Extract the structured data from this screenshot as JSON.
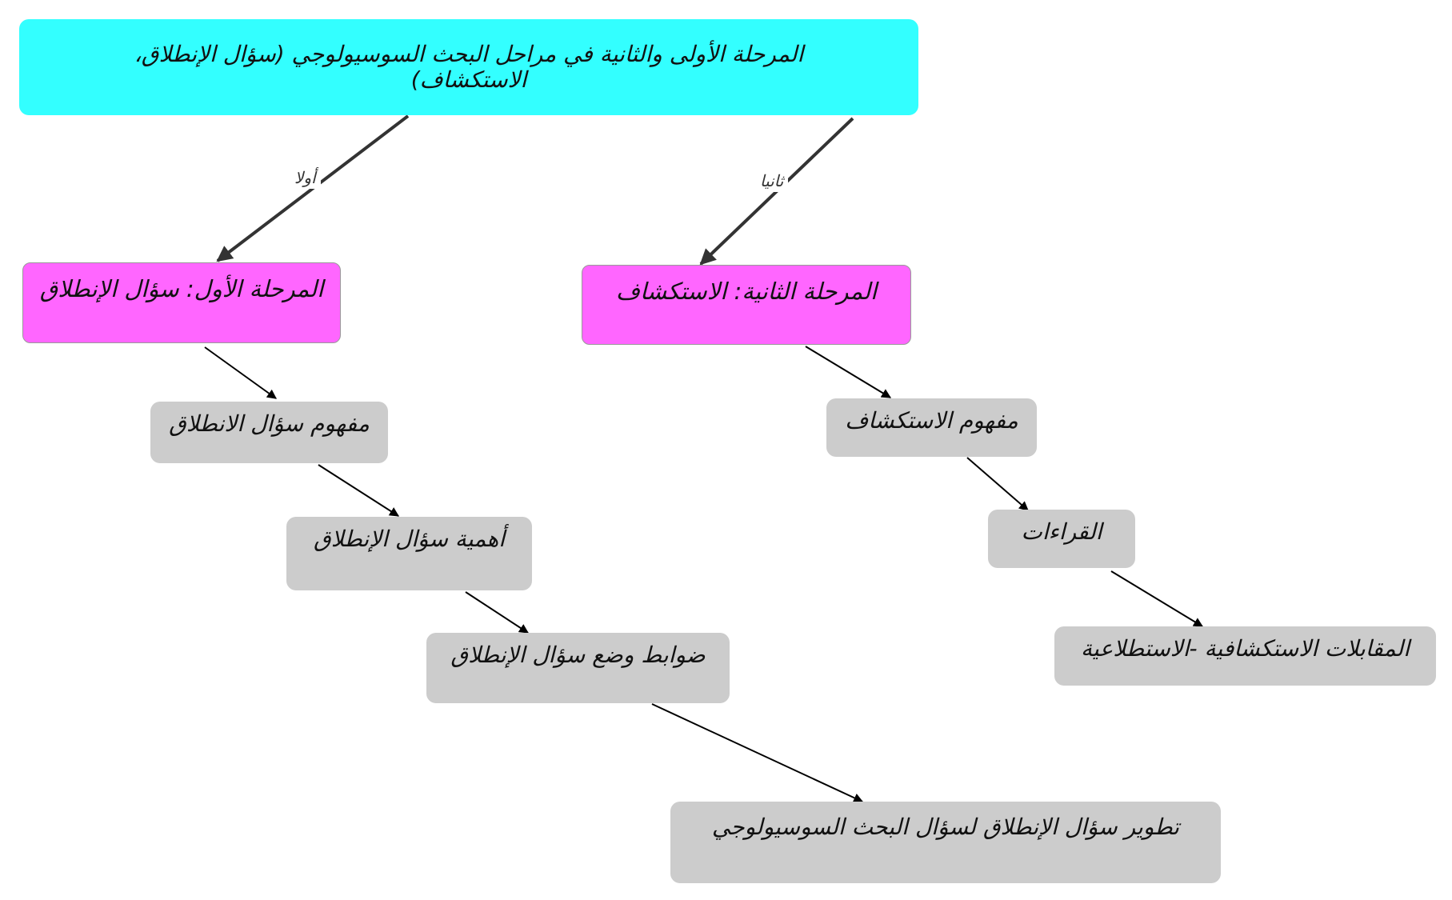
{
  "nodes": {
    "root": "المرحلة الأولى والثانية في مراحل البحث السوسيولوجي (سؤال الإنطلاق، الاستكشاف)",
    "phase1": "المرحلة الأول: سؤال الإنطلاق",
    "phase2": "المرحلة الثانية: الاستكشاف",
    "concept_question": "مفهوم سؤال الانطلاق",
    "importance_question": "أهمية سؤال الإنطلاق",
    "rules_question": "ضوابط وضع سؤال الإنطلاق",
    "develop_question": "تطوير سؤال الإنطلاق لسؤال البحث السوسيولوجي",
    "concept_exploration": "مفهوم الاستكشاف",
    "readings": "القراءات",
    "interviews": "المقابلات الاستكشافية -الاستطلاعية"
  },
  "edge_labels": {
    "first": "أولا",
    "second": "ثانيا"
  },
  "colors": {
    "root": "#33ffff",
    "phase": "#ff66ff",
    "topic": "#cccccc",
    "primary_edge": "#333333",
    "secondary_edge": "#000000"
  }
}
